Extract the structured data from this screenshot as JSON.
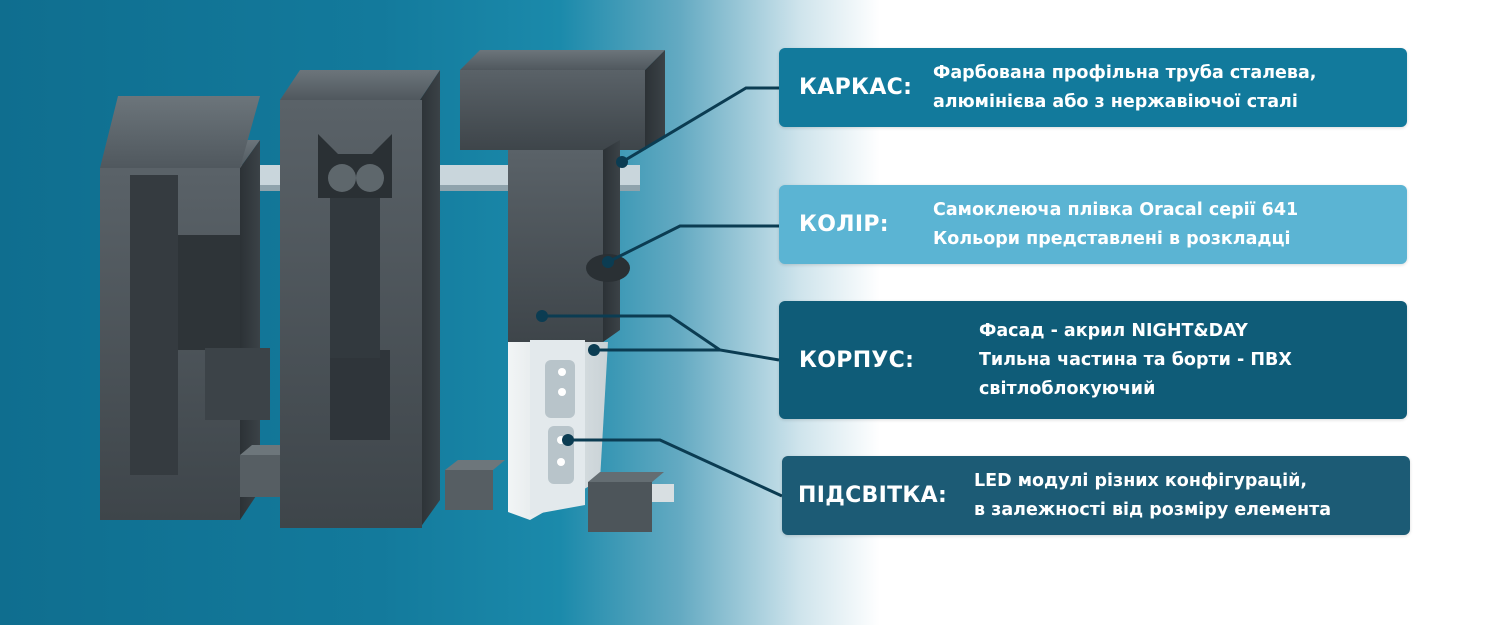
{
  "colors": {
    "frame": "#127a9c",
    "color": "#5bb4d3",
    "body": "#0f5c78",
    "light": "#1c5b75",
    "leader": "#0b3c52",
    "letter": "#4a5258"
  },
  "illustration": {
    "letters": "CAT",
    "icon": "cat-face-icon"
  },
  "callouts": {
    "frame": {
      "label": "КАРКАС:",
      "lines": [
        "Фарбована профільна труба сталева,",
        "алюмінієва або з нержавіючої сталі"
      ]
    },
    "color": {
      "label": "КОЛІР:",
      "lines": [
        "Самоклеюча плівка Oracal серії 641",
        "Кольори представлені в розкладці"
      ]
    },
    "body": {
      "label": "КОРПУС:",
      "lines": [
        "Фасад - акрил NIGHT&DAY",
        "Тильна частина та борти - ПВХ",
        "світлоблокуючий"
      ]
    },
    "light": {
      "label": "ПІДСВІТКА:",
      "lines": [
        "LED модулі різних конфігурацій,",
        "в залежності від розміру елемента"
      ]
    }
  }
}
